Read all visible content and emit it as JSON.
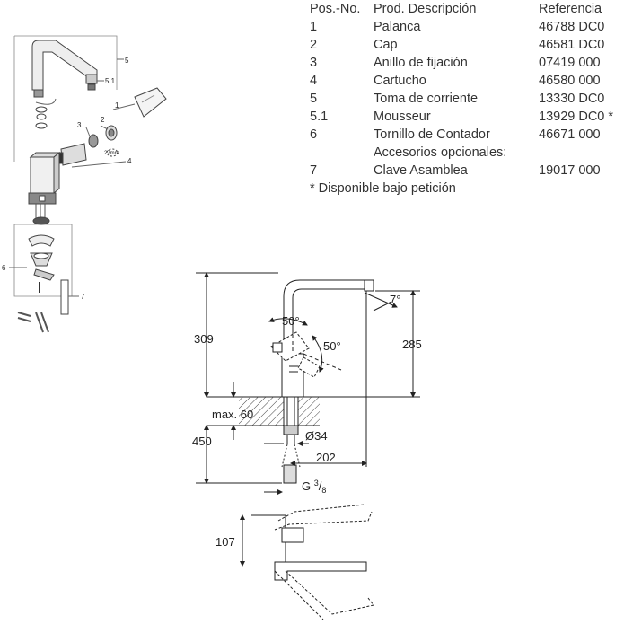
{
  "table": {
    "headers": {
      "pos": "Pos.-No.",
      "desc": "Prod. Descripción",
      "ref": "Referencia"
    },
    "rows": [
      {
        "pos": "1",
        "desc": "Palanca",
        "ref": "46788 DC0"
      },
      {
        "pos": "2",
        "desc": "Cap",
        "ref": "46581 DC0"
      },
      {
        "pos": "3",
        "desc": "Anillo de fijación",
        "ref": "07419 000"
      },
      {
        "pos": "4",
        "desc": "Cartucho",
        "ref": "46580 000"
      },
      {
        "pos": "5",
        "desc": "Toma de corriente",
        "ref": "13330 DC0"
      },
      {
        "pos": "5.1",
        "desc": "Mousseur",
        "ref": "13929 DC0 *"
      },
      {
        "pos": "6",
        "desc": "Tornillo de Contador",
        "ref": "46671 000"
      },
      {
        "pos": "",
        "desc": "Accesorios opcionales:",
        "ref": ""
      },
      {
        "pos": "7",
        "desc": "Clave Asamblea",
        "ref": "19017 000"
      }
    ],
    "footnote": "* Disponible bajo petición"
  },
  "exploded": {
    "callouts": {
      "p1": "1",
      "p2": "2",
      "p3": "3",
      "p4": "4",
      "p5": "5",
      "p51": "5.1",
      "p6": "6",
      "p7": "7"
    },
    "size_note": "27mm"
  },
  "dimensions": {
    "angle_lever_up": "50°",
    "angle_lever_side": "50°",
    "angle_spout": "7°",
    "height_total": "309",
    "height_spout": "285",
    "max_deck": "max. 60",
    "length_hose": "450",
    "diameter": "Ø34",
    "reach": "202",
    "thread": "G",
    "thread_num": "3",
    "thread_den": "8",
    "lever_depth": "107"
  }
}
